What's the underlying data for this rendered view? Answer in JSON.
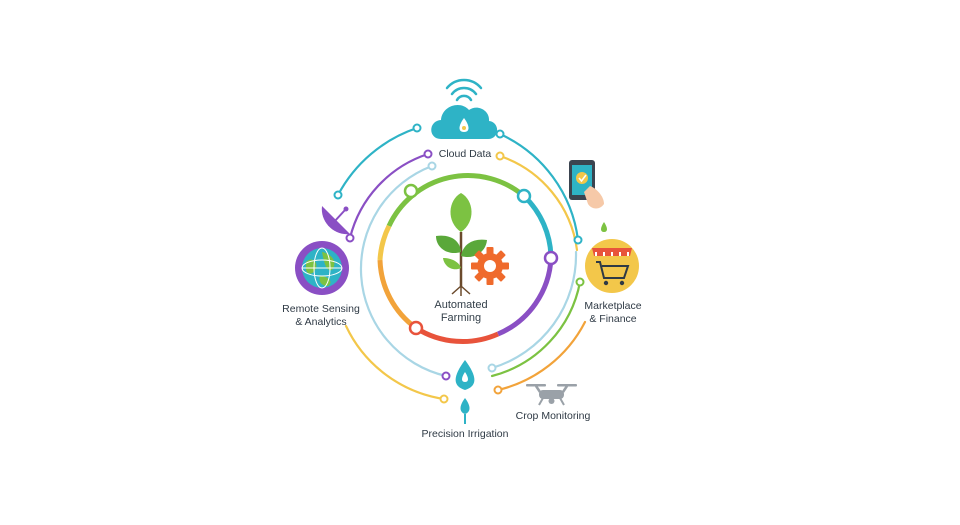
{
  "center": {
    "line1": "Automated",
    "line2": "Farming"
  },
  "nodes": {
    "cloud": {
      "label": "Cloud Data",
      "icon": "cloud-icon"
    },
    "remote": {
      "line1": "Remote Sensing",
      "line2": "& Analytics",
      "icon": "globe-satellite-icon"
    },
    "market": {
      "line1": "Marketplace",
      "line2": "& Finance",
      "icon": "shopping-cart-icon"
    },
    "irrigation": {
      "label": "Precision Irrigation",
      "icon": "water-drop-icon"
    },
    "monitoring": {
      "label": "Crop Monitoring",
      "icon": "drone-icon"
    }
  },
  "colors": {
    "green": "#7cc242",
    "teal": "#2eb3c6",
    "purple": "#8a4fc4",
    "red": "#e8533b",
    "orange": "#f2a33a",
    "yellow": "#f3c74a",
    "light_blue": "#a9d6e5",
    "gear": "#ef6a2c",
    "text": "#2f3a45"
  }
}
